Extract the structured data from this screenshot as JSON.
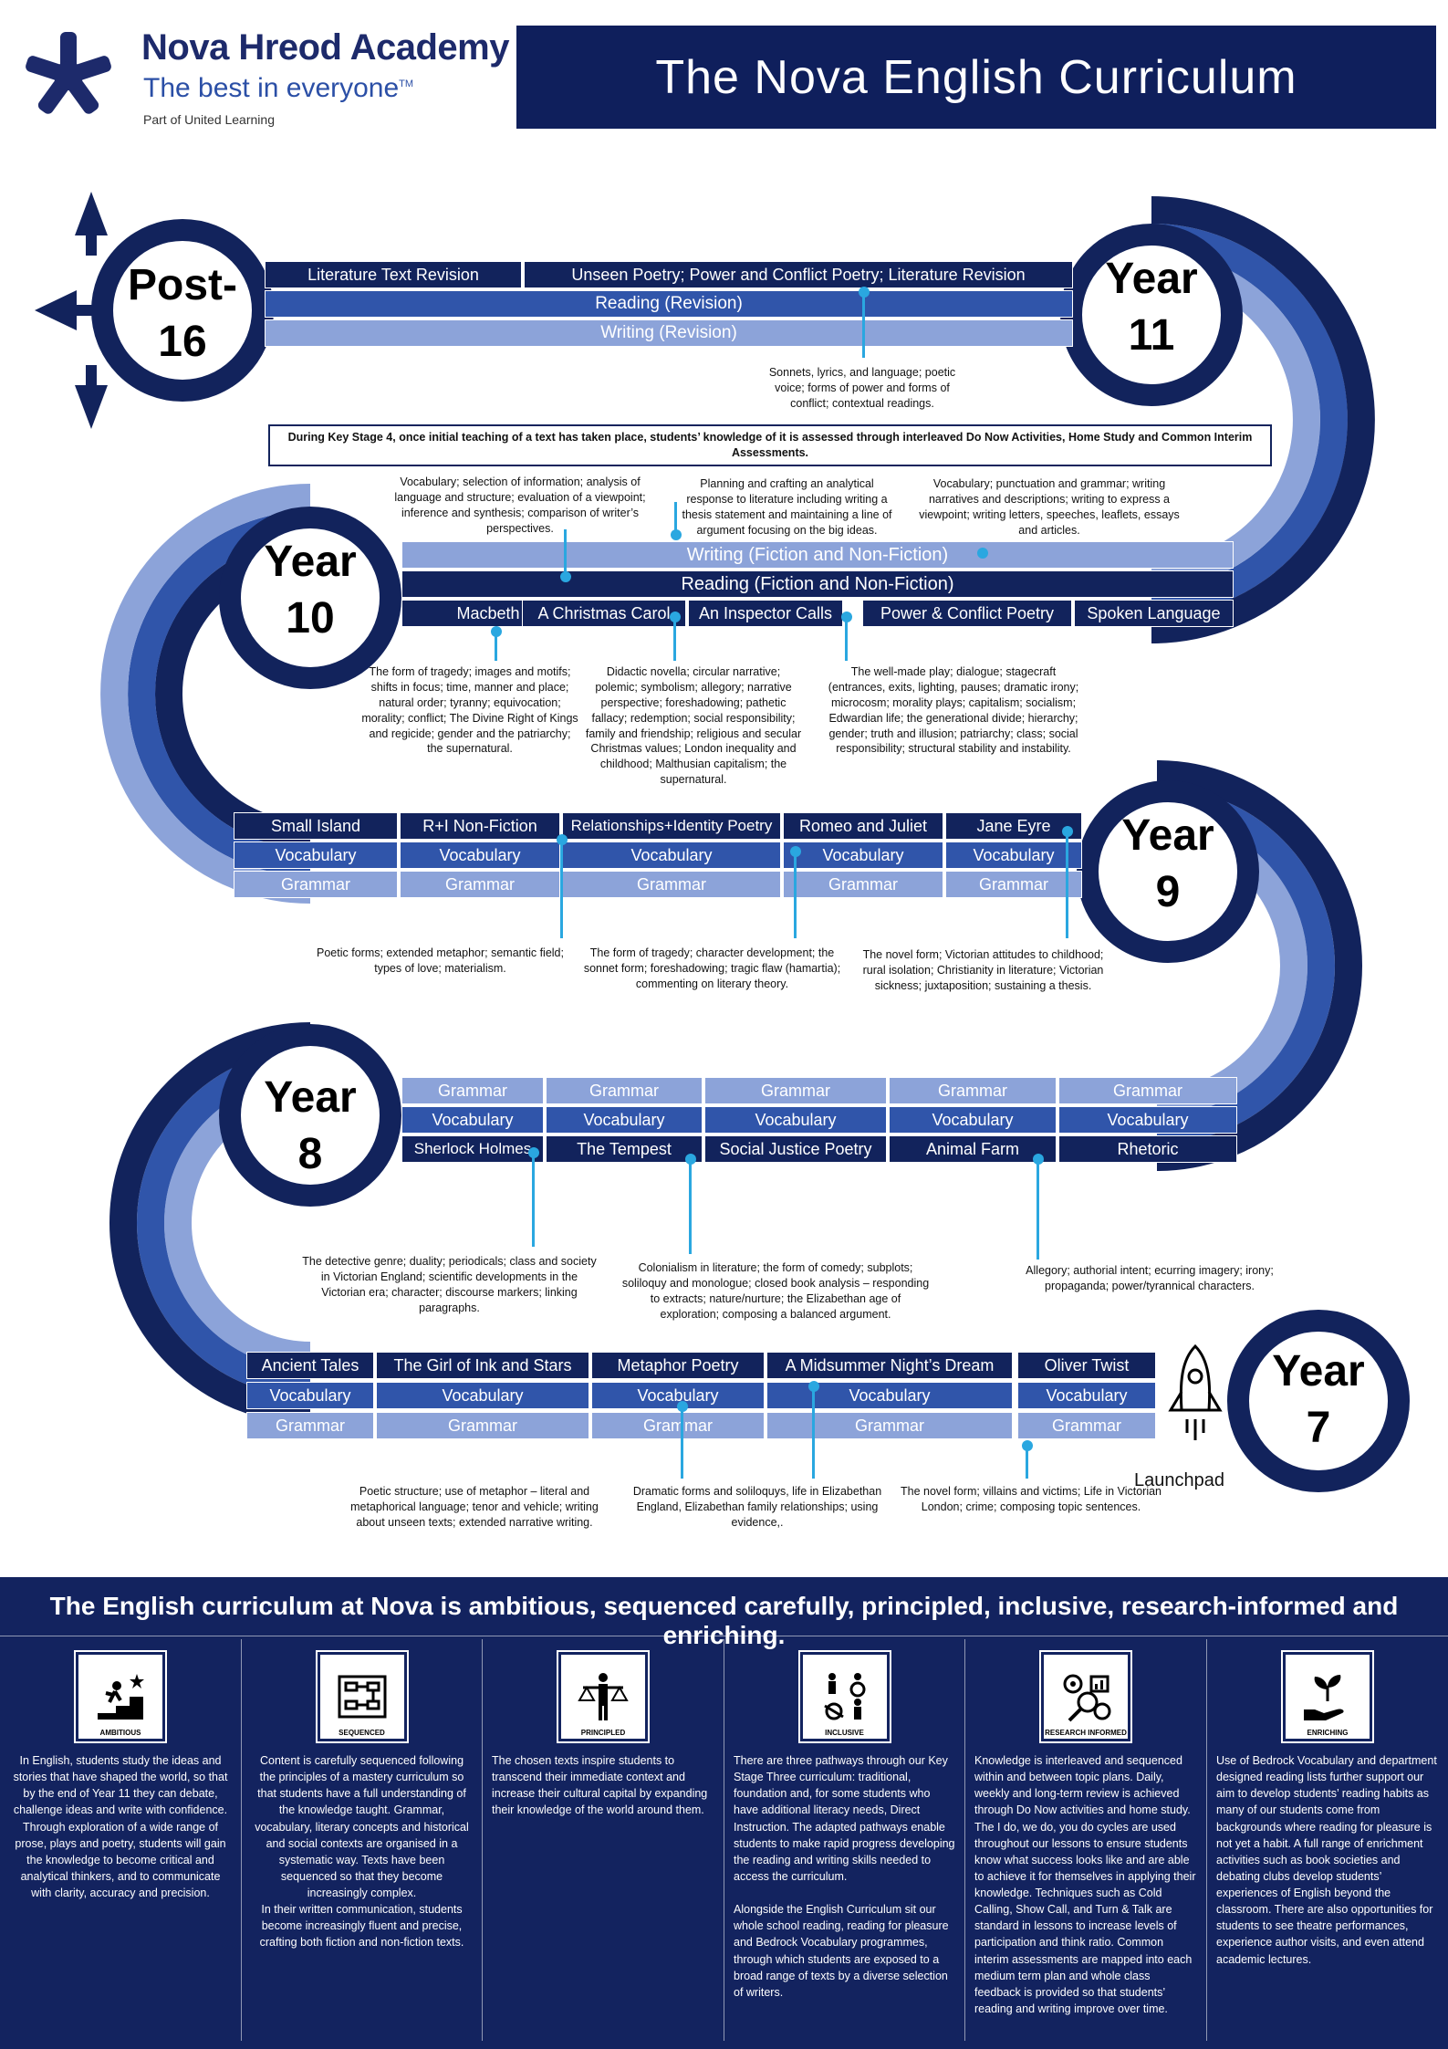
{
  "header": {
    "school_name": "Nova Hreod Academy",
    "tagline": "The best in everyone",
    "tm": "TM",
    "sub": "Part of United Learning",
    "title": "The Nova English Curriculum"
  },
  "years": {
    "post16": [
      "Post-",
      "16"
    ],
    "y11": [
      "Year",
      "11"
    ],
    "y10": [
      "Year",
      "10"
    ],
    "y9": [
      "Year",
      "9"
    ],
    "y8": [
      "Year",
      "8"
    ],
    "y7": [
      "Year",
      "7"
    ]
  },
  "ks4": {
    "top_row": [
      "Literature Text Revision",
      "Unseen Poetry; Power and Conflict Poetry; Literature Revision"
    ],
    "reading_revision": "Reading (Revision)",
    "writing_revision": "Writing (Revision)",
    "note_sonnets": "Sonnets, lyrics, and language; poetic voice; forms of power and forms of conflict; contextual readings.",
    "assessment_box": "During Key Stage 4, once initial teaching of a text has taken place, students’ knowledge of it is assessed through interleaved Do Now Activities, Home Study and Common Interim Assessments.",
    "note_reading": "Vocabulary; selection of information; analysis of language and structure; evaluation of a viewpoint; inference and synthesis; comparison of writer’s perspectives.",
    "note_planning": "Planning and crafting an analytical response to literature including writing a thesis statement and maintaining a line of argument focusing on the big ideas.",
    "note_writing": "Vocabulary; punctuation and grammar; writing narratives and descriptions; writing to express a viewpoint; writing letters, speeches, leaflets, essays and articles.",
    "writing_fnf": "Writing (Fiction and Non-Fiction)",
    "reading_fnf": "Reading (Fiction and Non-Fiction)",
    "texts": [
      "Macbeth",
      "A Christmas Carol",
      "An Inspector Calls",
      "Power & Conflict Poetry",
      "Spoken Language"
    ],
    "note_macbeth": "The form of tragedy; images and motifs; shifts in focus; time, manner and place; natural order; tyranny; equivocation; morality; conflict; The Divine Right of Kings and regicide; gender and the patriarchy; the supernatural.",
    "note_carol": "Didactic novella; circular narrative; polemic; symbolism; allegory; narrative perspective; foreshadowing; pathetic fallacy; redemption; social responsibility; family and friendship; religious and secular Christmas values; London inequality and childhood; Malthusian capitalism; the supernatural.",
    "note_inspector": "The well-made play; dialogue; stagecraft (entrances, exits, lighting, pauses; dramatic irony; microcosm; morality plays; capitalism; socialism; Edwardian life; the generational divide; hierarchy; gender; truth and illusion; patriarchy; class; social responsibility; structural stability and instability."
  },
  "y9": {
    "texts": [
      "Small Island",
      "R+I Non-Fiction",
      "Relationships+Identity Poetry",
      "Romeo and Juliet",
      "Jane Eyre"
    ],
    "vocab": "Vocabulary",
    "grammar": "Grammar",
    "note_poetry": "Poetic forms; extended metaphor; semantic field; types of love; materialism.",
    "note_romeo": "The form of tragedy; character development; the sonnet form; foreshadowing; tragic flaw (hamartia); commenting on literary theory.",
    "note_jane": "The novel form; Victorian attitudes to childhood; rural isolation; Christianity in literature; Victorian sickness; juxtaposition; sustaining a thesis."
  },
  "y8": {
    "texts": [
      "Sherlock Holmes",
      "The Tempest",
      "Social Justice Poetry",
      "Animal Farm",
      "Rhetoric"
    ],
    "vocab": "Vocabulary",
    "grammar": "Grammar",
    "note_sherlock": "The detective genre; duality; periodicals; class and society in Victorian England; scientific developments in the Victorian era; character; discourse markers; linking paragraphs.",
    "note_tempest": "Colonialism in literature; the form of comedy; subplots; soliloquy and monologue; closed book analysis – responding to extracts; nature/nurture; the Elizabethan age of exploration; composing a balanced argument.",
    "note_animal": "Allegory; authorial intent; ecurring imagery; irony; propaganda;  power/tyrannical characters."
  },
  "y7": {
    "texts": [
      "Ancient Tales",
      "The Girl of Ink and Stars",
      "Metaphor Poetry",
      "A Midsummer Night’s Dream",
      "Oliver Twist"
    ],
    "vocab": "Vocabulary",
    "grammar": "Grammar",
    "launchpad": "Launchpad",
    "note_poetry": "Poetic structure; use of metaphor – literal and metaphorical language; tenor and vehicle; writing about unseen texts; extended narrative writing.",
    "note_dream": "Dramatic forms and soliloquys, life in Elizabethan England, Elizabethan family relationships; using evidence,.",
    "note_oliver": "The novel form; villains and victims; Life in Victorian London; crime; composing topic sentences."
  },
  "footer": {
    "title": "The English curriculum at Nova is ambitious, sequenced carefully, principled, inclusive, research-informed and enriching.",
    "columns": [
      {
        "label": "AMBITIOUS",
        "icon": "mountain-climber-icon",
        "text": "In English, students study the ideas and stories that have shaped the world, so that by the end of Year 11 they can debate, challenge ideas and write with confidence. Through exploration of a wide range of prose, plays and poetry, students will gain the knowledge to become critical and analytical thinkers, and to communicate with clarity, accuracy and precision."
      },
      {
        "label": "SEQUENCED",
        "icon": "flowchart-icon",
        "text": "Content is carefully sequenced following the principles of a mastery curriculum so that students have a full understanding of the knowledge taught. Grammar, vocabulary, literary concepts and historical and social contexts are organised in a systematic way. Texts have been sequenced so that they become increasingly complex.\nIn their written communication, students become increasingly fluent and precise, crafting both fiction and non-fiction texts."
      },
      {
        "label": "PRINCIPLED",
        "icon": "person-scales-icon",
        "text": "The chosen texts inspire students to transcend their immediate context and increase their cultural capital by expanding their knowledge of the world around them."
      },
      {
        "label": "INCLUSIVE",
        "icon": "people-icon",
        "text": "There are three pathways through our Key Stage Three curriculum: traditional, foundation and, for some students who have additional literacy needs, Direct Instruction. The adapted pathways enable students to make rapid progress developing the reading and writing skills needed to access the curriculum.\n\nAlongside the English Curriculum sit our whole school reading, reading for pleasure and Bedrock Vocabulary programmes, through which students are exposed to a broad range of texts by a diverse selection of writers."
      },
      {
        "label": "RESEARCH INFORMED",
        "icon": "research-icon",
        "text": "Knowledge is interleaved and sequenced within and between topic plans. Daily, weekly and long-term review is achieved through Do Now activities and home study. The I do, we do, you do cycles are used throughout our lessons to ensure students know what success looks like and are able to achieve it for themselves in applying their knowledge. Techniques such as Cold Calling,  Show Call, and Turn & Talk are standard in lessons to increase levels of participation and think ratio. Common interim assessments are mapped into each medium term plan and whole class feedback is provided so that students’ reading and writing improve over time."
      },
      {
        "label": "ENRICHING",
        "icon": "plant-hand-icon",
        "text": "Use of Bedrock Vocabulary and department designed reading lists further support our aim to develop students’ reading habits as many of our students come from backgrounds where reading for pleasure is not yet a habit. A full range of enrichment activities such as book societies and debating clubs develop students’ experiences of English beyond the classroom. There are also opportunities for students to see theatre performances, experience author visits, and even attend academic lectures."
      }
    ]
  },
  "colors": {
    "navy": "#12235c",
    "mid_blue": "#3055aa",
    "light_blue": "#8ca3d9",
    "connector": "#2aa7e0"
  }
}
